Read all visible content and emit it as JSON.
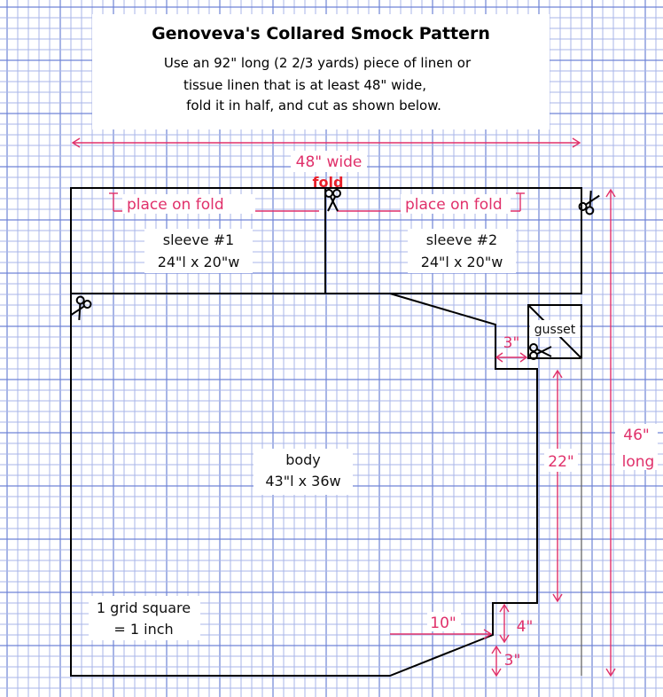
{
  "header": {
    "title": "Genoveva's Collared Smock Pattern",
    "line1": "Use an 92\" long (2 2/3 yards) piece of linen or",
    "line2": "tissue linen that is at least 48\" wide,",
    "line3": "fold it in half, and cut as shown below."
  },
  "dimensions": {
    "width_label": "48\" wide",
    "fold_label": "fold",
    "length_label_1": "46\"",
    "length_label_2": "long",
    "gusset_width": "3\"",
    "side_length": "22\"",
    "hem_offset": "10\"",
    "step_height": "4\"",
    "hem_height": "3\""
  },
  "pieces": {
    "place_on_fold_left": "place on fold",
    "place_on_fold_right": "place on fold",
    "sleeve1_name": "sleeve #1",
    "sleeve1_size": "24\"l x 20\"w",
    "sleeve2_name": "sleeve #2",
    "sleeve2_size": "24\"l x 20\"w",
    "gusset": "gusset",
    "body_name": "body",
    "body_size": "43\"l x 36w"
  },
  "legend": {
    "line1": "1 grid square",
    "line2": "= 1 inch"
  },
  "colors": {
    "dimension": "#e0306a",
    "grid_minor": "#a9b6e8",
    "grid_major": "#6f84d6"
  },
  "icons": [
    "scissors-icon"
  ]
}
